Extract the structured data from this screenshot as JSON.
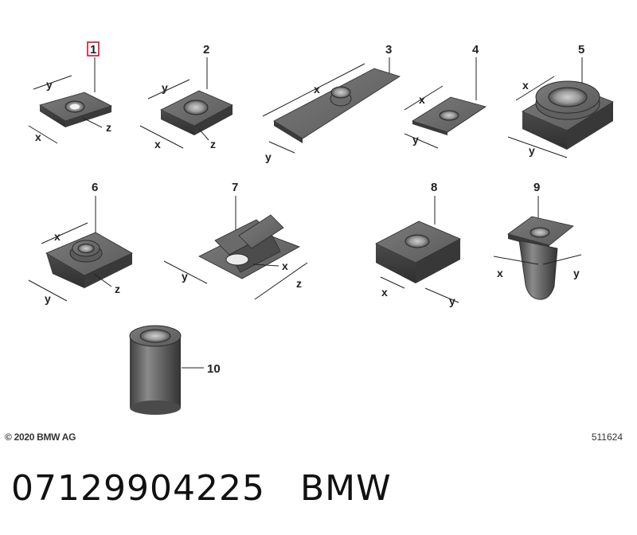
{
  "parts": [
    {
      "number": "1",
      "dims": [
        "x",
        "y",
        "z"
      ],
      "highlighted": true
    },
    {
      "number": "2",
      "dims": [
        "x",
        "y",
        "z"
      ]
    },
    {
      "number": "3",
      "dims": [
        "x",
        "y"
      ]
    },
    {
      "number": "4",
      "dims": [
        "x",
        "y"
      ]
    },
    {
      "number": "5",
      "dims": [
        "x",
        "y"
      ]
    },
    {
      "number": "6",
      "dims": [
        "x",
        "y",
        "z"
      ]
    },
    {
      "number": "7",
      "dims": [
        "x",
        "y",
        "z"
      ]
    },
    {
      "number": "8",
      "dims": [
        "x",
        "y"
      ]
    },
    {
      "number": "9",
      "dims": [
        "x",
        "y"
      ]
    },
    {
      "number": "10",
      "dims": []
    }
  ],
  "copyright": "© 2020 BMW AG",
  "diagram_ref": "511624",
  "footer": {
    "part_number": "07129904225",
    "brand": "BMW"
  },
  "colors": {
    "highlight": "#d0021b",
    "part_fill": "#5a5a5a",
    "part_dark": "#3a3a3a",
    "part_light": "#7a7a7a"
  }
}
